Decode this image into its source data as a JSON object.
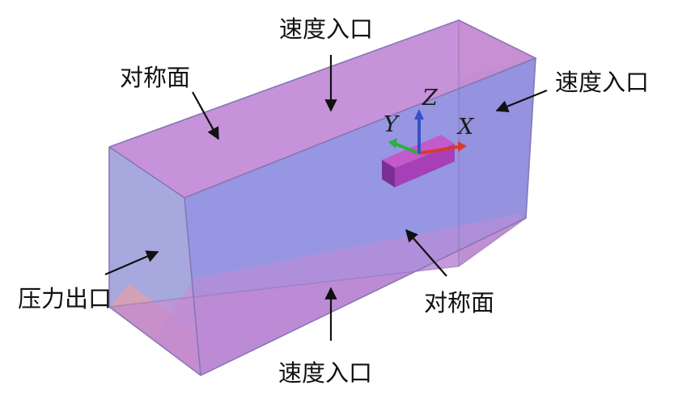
{
  "labels": {
    "inlet_top": "速度入口",
    "inlet_right": "速度入口",
    "inlet_bottom": "速度入口",
    "symmetry_top": "对称面",
    "symmetry_bottom": "对称面",
    "outlet": "压力出口"
  },
  "axes": {
    "x": "X",
    "y": "Y",
    "z": "Z"
  },
  "colors": {
    "box_face": "#b58ad8",
    "box_front": "#8b8fe0",
    "end_face": "#e0a0a8",
    "edge": "#8a78b8",
    "model": "#9d3fb0",
    "axis_x": "#d83a30",
    "axis_y": "#2fae3f",
    "axis_z": "#3550c8",
    "arrow": "#111111"
  }
}
